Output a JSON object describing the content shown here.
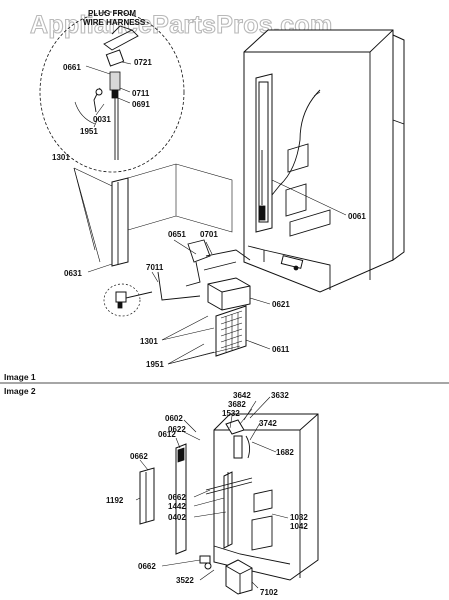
{
  "watermark": "AppliancePartsPros.com",
  "plug_note": [
    "PLUG FROM",
    "WIRE HARNESS"
  ],
  "sections": {
    "image1": "Image 1",
    "image2": "Image 2"
  },
  "image1_labels": {
    "l0661": "0661",
    "l0721": "0721",
    "l0711": "0711",
    "l0691": "0691",
    "l0031": "0031",
    "l1951a": "1951",
    "l1301a": "1301",
    "l0061": "0061",
    "l0631": "0631",
    "l0651": "0651",
    "l0701": "0701",
    "l7011": "7011",
    "l0621": "0621",
    "l1301b": "1301",
    "l1951b": "1951",
    "l0611": "0611"
  },
  "image2_labels": {
    "l3642": "3642",
    "l3632": "3632",
    "l3682": "3682",
    "l1532": "1532",
    "l3742": "3742",
    "l0602": "0602",
    "l0622": "0622",
    "l0612": "0612",
    "l0662a": "0662",
    "l1682": "1682",
    "l1192": "1192",
    "l0662b": "0662",
    "l1442": "1442",
    "l0402": "0402",
    "l1032": "1032",
    "l1042": "1042",
    "l0662c": "0662",
    "l3522": "3522",
    "l7102": "7102"
  }
}
